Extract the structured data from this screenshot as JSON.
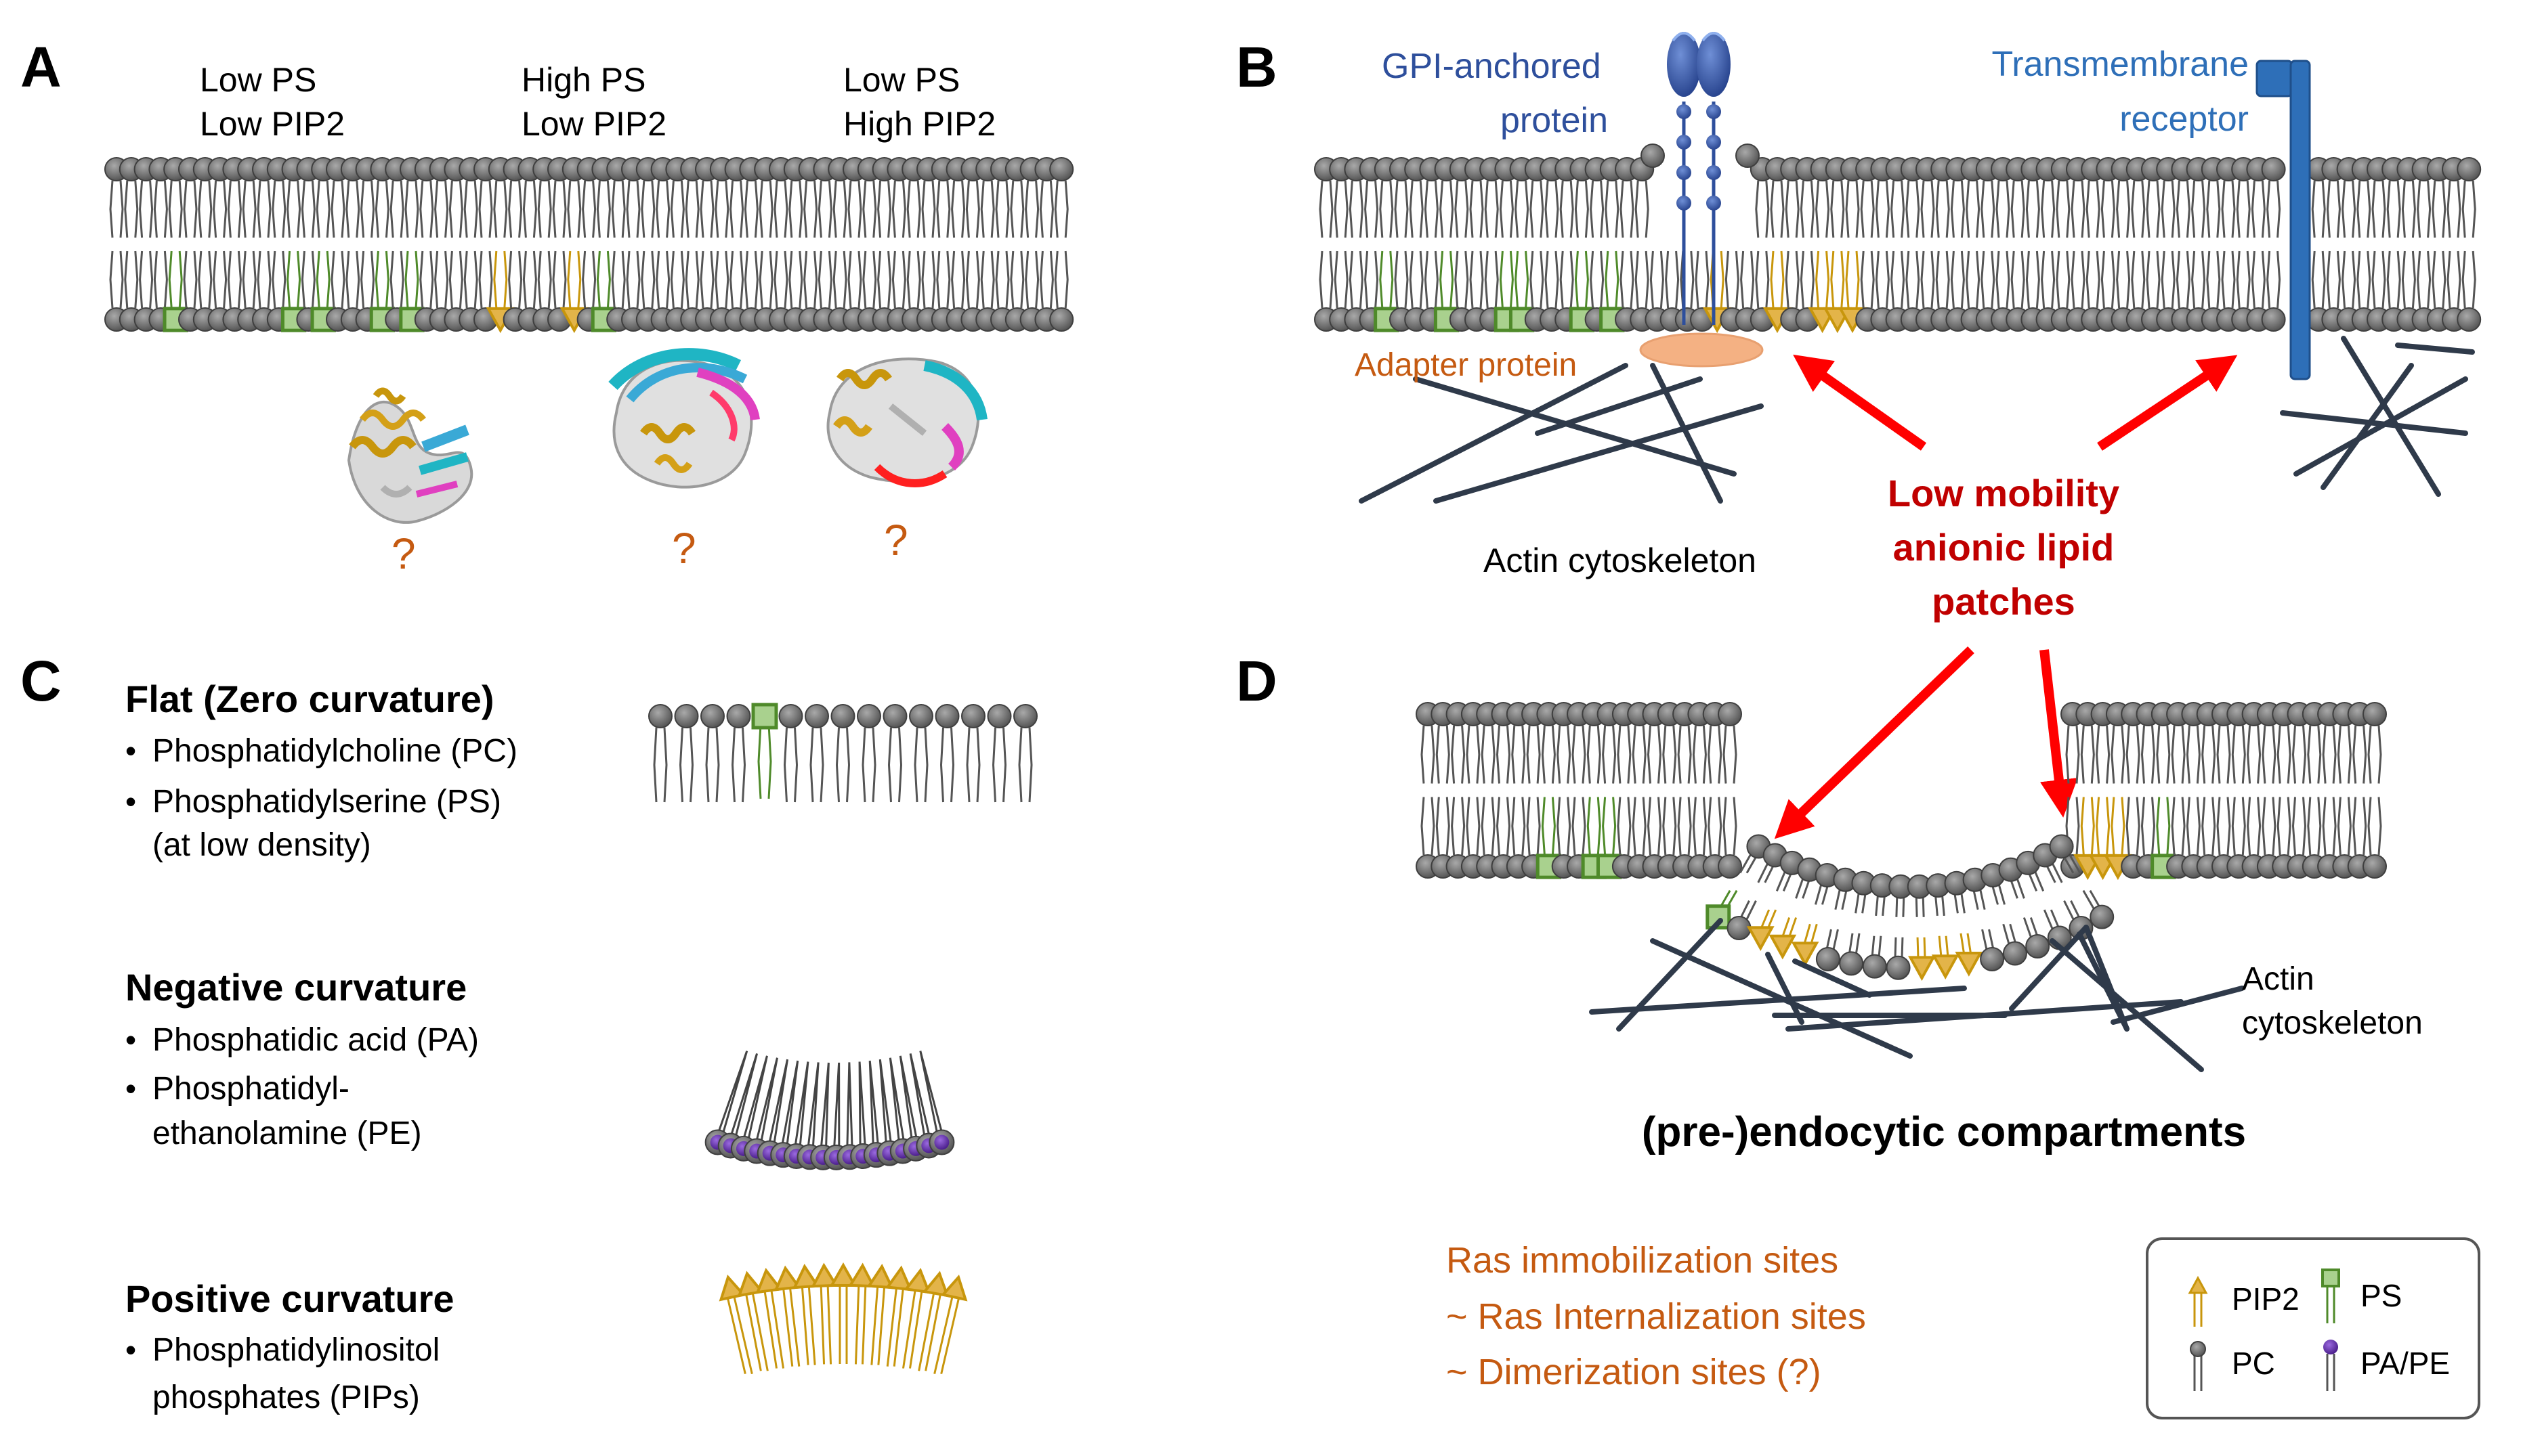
{
  "panels": {
    "A": {
      "letter": "A",
      "conditions": [
        {
          "line1": "Low PS",
          "line2": "Low PIP2"
        },
        {
          "line1": "High PS",
          "line2": "Low PIP2"
        },
        {
          "line1": "Low PS",
          "line2": "High PIP2"
        }
      ],
      "question_marks": [
        "?",
        "?",
        "?"
      ]
    },
    "B": {
      "letter": "B",
      "gpi_label_1": "GPI-anchored",
      "gpi_label_2": "protein",
      "tm_label_1": "Transmembrane",
      "tm_label_2": "receptor",
      "adapter_label": "Adapter protein",
      "actin_label": "Actin cytoskeleton",
      "patch_label_1": "Low mobility",
      "patch_label_2": "anionic lipid",
      "patch_label_3": "patches"
    },
    "C": {
      "letter": "C",
      "flat_title": "Flat (Zero curvature)",
      "flat_items": [
        "Phosphatidylcholine (PC)",
        "Phosphatidylserine (PS)",
        "(at low density)"
      ],
      "neg_title": "Negative curvature",
      "neg_items": [
        "Phosphatidic acid (PA)",
        "Phosphatidyl-",
        "ethanolamine (PE)"
      ],
      "pos_title": "Positive curvature",
      "pos_items": [
        "Phosphatidylinositol",
        "phosphates (PIPs)"
      ],
      "bullet": "•"
    },
    "D": {
      "letter": "D",
      "actin_label_1": "Actin",
      "actin_label_2": "cytoskeleton",
      "compartment_label": "(pre-)endocytic compartments",
      "sites": [
        "Ras immobilization sites",
        "~ Ras Internalization sites",
        "~ Dimerization sites (?)"
      ]
    }
  },
  "legend": {
    "pip2": "PIP2",
    "ps": "PS",
    "pc": "PC",
    "pape": "PA/PE"
  },
  "colors": {
    "pc_head": "#6e6e6e",
    "ps_green": "#4f8a2a",
    "ps_fill": "#a9d18e",
    "pip2_gold": "#c8960c",
    "pape_purple": "#6a2fb5",
    "gpi_blue": "#2e4f9c",
    "tm_blue": "#2e6fb8",
    "adapter_orange": "#f4b183",
    "arrow_red": "#ff0000",
    "patch_text_red": "#c00000",
    "site_text_orange": "#c55a11",
    "actin_dark": "#2f3a4a"
  }
}
